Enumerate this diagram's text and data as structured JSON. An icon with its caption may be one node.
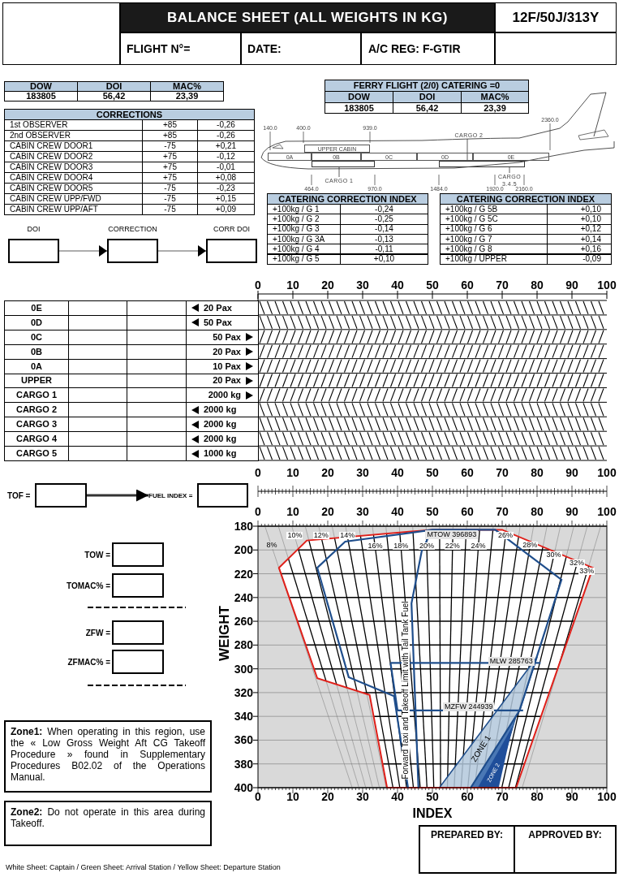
{
  "diagram": {
    "title": "BALANCE SHEET (ALL WEIGHTS IN KG)",
    "nodes": [
      {
        "text": [],
        "shape": "picture"
      },
      {
        "text": [
          "UPPER CABIN"
        ],
        "in": 0
      },
      {
        "text": [
          "0A"
        ],
        "in": 0
      },
      {
        "text": [
          "0B"
        ],
        "in": 0
      },
      {
        "text": [
          "0C"
        ],
        "in": 0
      },
      {
        "text": [
          "0D"
        ],
        "in": 0
      },
      {
        "text": [
          "0E"
        ],
        "in": 0
      },
      {
        "text": [],
        "shape": "box",
        "in": 0
      },
      {
        "text": [],
        "shape": "box",
        "in": 0
      },
      {
        "text": [
          "CARGO 2"
        ],
        "in": 0
      },
      {
        "text": [
          "CARGO 1"
        ]
      },
      {
        "text": [
          "CARGO 3.4.5"
        ]
      },
      {
        "text": [
          "DOI"
        ]
      },
      {
        "text": [
          "CORRECTION"
        ]
      },
      {
        "text": [
          "CORR DOI"
        ]
      },
      {
        "text": [
          "TOF ="
        ]
      },
      {
        "text": [
          "FUEL INDEX ="
        ]
      },
      {
        "text": [
          "TOW ="
        ]
      },
      {
        "text": [
          "TOMAC% ="
        ]
      },
      {
        "text": [
          "ZFW ="
        ]
      },
      {
        "text": [
          "ZFMAC% ="
        ]
      }
    ],
    "edges": [
      {
        "from": 9,
        "to": 8,
        "arrow": "none"
      },
      {
        "from": 10,
        "to": 7,
        "arrow": "none"
      },
      {
        "from": 11,
        "to": 8,
        "arrow": "none"
      },
      {
        "from": 12,
        "to": 13,
        "arrow": "to"
      },
      {
        "from": 13,
        "to": 14,
        "arrow": "to"
      },
      {
        "from": 15,
        "to": 16,
        "arrow": "to",
        "style": "thick"
      }
    ],
    "labels": [
      "12F/50J/313Y",
      "FLIGHT N°=",
      "DATE:",
      "A/C REG: F-GTIR",
      "DOW",
      "DOI",
      "MAC%",
      "183805",
      "56,42",
      "23,39",
      "FERRY FLIGHT (2/0) CATERING =0",
      "DOW",
      "DOI",
      "MAC%",
      "183805",
      "56,42",
      "23,39",
      "CORRECTIONS",
      "1st OBSERVER",
      "+85",
      "-0,26",
      "2nd OBSERVER",
      "+85",
      "-0,26",
      "CABIN CREW DOOR1",
      "-75",
      "+0,21",
      "CABIN CREW DOOR2",
      "+75",
      "-0,12",
      "CABIN CREW DOOR3",
      "+75",
      "-0,01",
      "CABIN CREW DOOR4",
      "+75",
      "+0,08",
      "CABIN CREW DOOR5",
      "-75",
      "-0,23",
      "CABIN CREW UPP/FWD",
      "-75",
      "+0,15",
      "CABIN CREW UPP/AFT",
      "-75",
      "+0,09",
      "140.0",
      "400.0",
      "939.0",
      "2360.0",
      "464.0",
      "970.0",
      "1484.0",
      "1920.0",
      "2160.0",
      "CATERING CORRECTION INDEX",
      "+100kg / G 1",
      "-0,24",
      "+100kg / G 2",
      "-0,25",
      "+100kg / G 3",
      "-0,14",
      "+100kg / G 3A",
      "-0,13",
      "+100kg / G 4",
      "-0,11",
      "+100kg / G 5",
      "+0,10",
      "CATERING CORRECTION INDEX",
      "+100kg / G 5B",
      "+0,10",
      "+100kg / G 5C",
      "+0,10",
      "+100kg / G 6",
      "+0,12",
      "+100kg / G 7",
      "+0,14",
      "+100kg / G 8",
      "+0,16",
      "+100kg / UPPER",
      "-0,09",
      "0E",
      "20 Pax",
      "0D",
      "50 Pax",
      "0C",
      "50 Pax",
      "0B",
      "20 Pax",
      "0A",
      "10 Pax",
      "UPPER",
      "20 Pax",
      "CARGO 1",
      "2000 kg",
      "CARGO 2",
      "2000 kg",
      "CARGO 3",
      "2000 kg",
      "CARGO 4",
      "2000 kg",
      "CARGO 5",
      "1000 kg",
      "0",
      "10",
      "20",
      "30",
      "40",
      "50",
      "60",
      "70",
      "80",
      "90",
      "100",
      "0",
      "10",
      "20",
      "30",
      "40",
      "50",
      "60",
      "70",
      "80",
      "90",
      "100",
      "0",
      "10",
      "20",
      "30",
      "40",
      "50",
      "60",
      "70",
      "80",
      "90",
      "100",
      "400",
      "380",
      "360",
      "340",
      "320",
      "300",
      "280",
      "260",
      "240",
      "220",
      "200",
      "180",
      "WEIGHT",
      "8%",
      "10%",
      "12%",
      "14%",
      "16%",
      "18%",
      "20%",
      "22%",
      "24%",
      "26%",
      "28%",
      "30%",
      "32%",
      "33%",
      "MTOW 396893",
      "Forward Taxi and Takeoff Limit with Tail Tank Fuel",
      "MLW 285763",
      "MZFW 244939",
      "ZONE 1",
      "ZONE 2",
      "0",
      "10",
      "20",
      "30",
      "40",
      "50",
      "60",
      "70",
      "80",
      "90",
      "100",
      "INDEX",
      "**Zone1:** When operating in this region, use the « Low Gross Weight Aft CG Takeoff Procedure » found in Supplementary Procedures B02.02 of the Operations Manual.",
      "**Zone2:** Do not operate in this area during Takeoff.",
      "PREPARED BY:",
      "APPROVED BY:",
      "White Sheet: Captain / Green Sheet: Arrival Station / Yellow Sheet: Departure Station"
    ]
  }
}
